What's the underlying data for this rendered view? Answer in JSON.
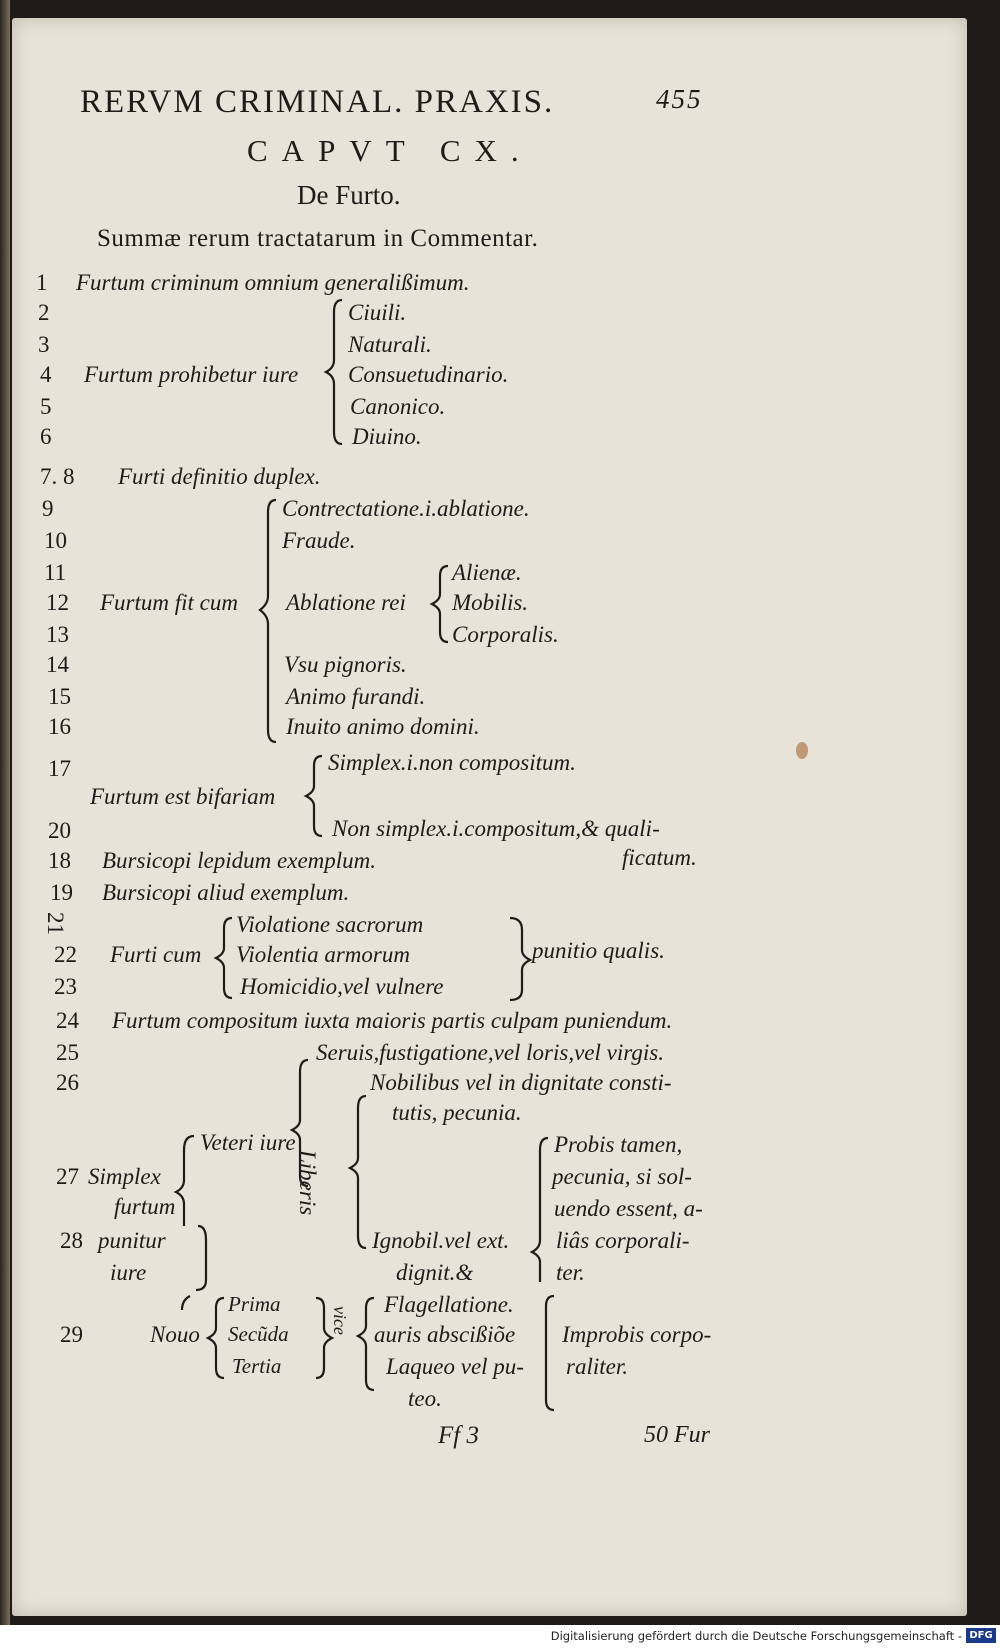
{
  "header": {
    "running_title": "RERVM CRIMINAL. PRAXIS.",
    "page_number": "455"
  },
  "chapter": {
    "title": "CAPVT CX.",
    "subtitle": "De Furto.",
    "summary": "Summæ rerum tractatarum in Commentar."
  },
  "margin_numbers": [
    "1",
    "2",
    "3",
    "4",
    "5",
    "6",
    "7. 8",
    "9",
    "10",
    "11",
    "12",
    "13",
    "14",
    "15",
    "16",
    "17",
    "20",
    "18",
    "19",
    "21",
    "22",
    "23",
    "24",
    "25",
    "26",
    "27",
    "28",
    "29"
  ],
  "entries": {
    "furtum_generalissimum": "Furtum criminum omnium generalißimum.",
    "prohibetur": "Furtum prohibetur iure",
    "iura": [
      "Ciuili.",
      "Naturali.",
      "Consuetudinario.",
      "Canonico.",
      "Diuino."
    ],
    "definitio": "Furti definitio duplex.",
    "fit_cum": "Furtum fit cum",
    "modi": [
      "Contrectatione.i.ablatione.",
      "Fraude.",
      "Ablatione rei",
      "Vsu pignoris.",
      "Animo furandi.",
      "Inuito animo domini."
    ],
    "rei": [
      "Alienæ.",
      "Mobilis.",
      "Corporalis."
    ],
    "bifariam": "Furtum est bifariam",
    "simplex": "Simplex.i.non compositum.",
    "non_simplex": "Non simplex.i.compositum,& quali-",
    "non_simplex_cont": "ficatum.",
    "bursicopi1": "Bursicopi lepidum exemplum.",
    "bursicopi2": "Bursicopi aliud exemplum.",
    "furti_cum": "Furti cum",
    "violationes": [
      "Violatione sacrorum",
      "Violentia armorum",
      "Homicidio,vel vulnere"
    ],
    "punitio": "punitio qualis.",
    "compositum": "Furtum compositum iuxta maioris partis culpam puniendum.",
    "seruis": "Seruis,fustigatione,vel loris,vel virgis.",
    "nobilibus": "Nobilibus vel in dignitate consti-",
    "nobilibus_cont": "tutis, pecunia.",
    "liberis": "Liberis",
    "veteri": "Veteri iure",
    "simplex_furtum": [
      "Simplex",
      "furtum",
      "punitur",
      "iure"
    ],
    "ignobil": [
      "Ignobil.vel ext.",
      "dignit.&"
    ],
    "probis": [
      "Probis tamen,",
      "pecunia, si sol-",
      "uendo essent, a-",
      "liâs corporali-",
      "ter."
    ],
    "nouo": "Nouo",
    "vices": [
      "Prima",
      "Secũda",
      "Tertia"
    ],
    "vice": "vice",
    "poenae": [
      "Flagellatione.",
      "auris abscißiõe",
      "Laqueo vel pu-",
      "teo."
    ],
    "improbis": [
      "Improbis corpo-",
      "raliter."
    ]
  },
  "footer": {
    "signature": "Ff 3",
    "catchword": "50 Fur"
  },
  "credit": {
    "text": "Digitalisierung gefördert durch die Deutsche Forschungsgemeinschaft -",
    "logo": "DFG"
  }
}
